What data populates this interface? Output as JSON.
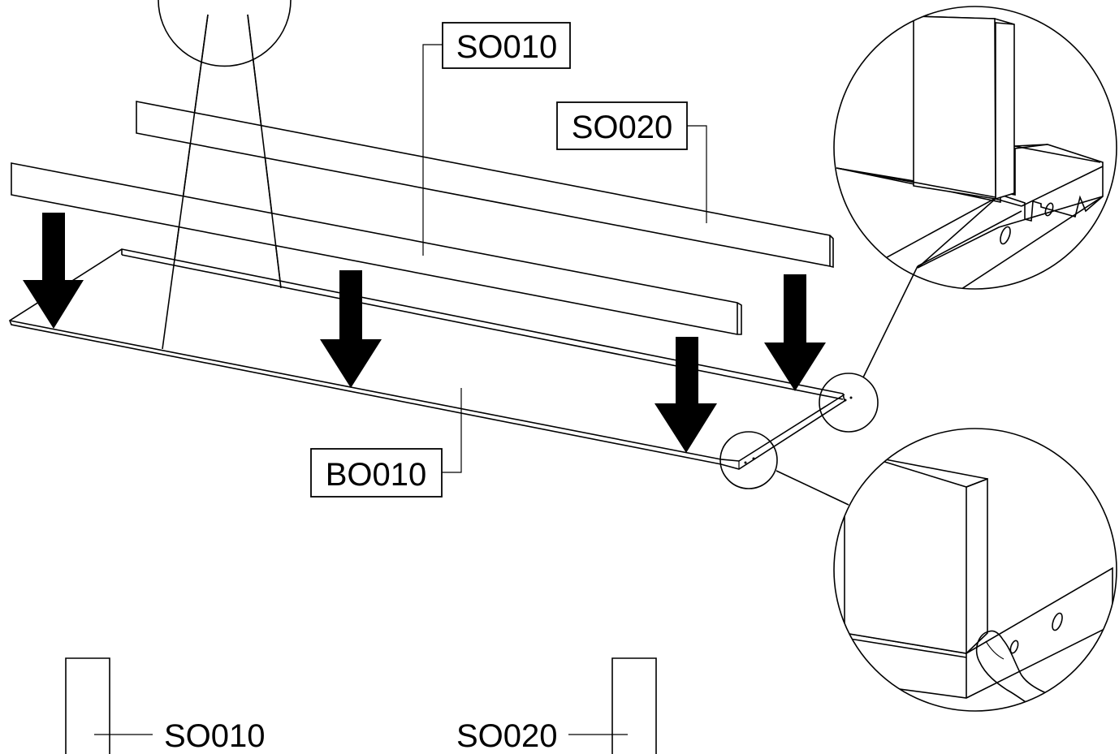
{
  "labels": {
    "so010_top": "SO010",
    "so020_top": "SO020",
    "bo010": "BO010",
    "so010_bottom": "SO010",
    "so020_bottom": "SO020"
  }
}
